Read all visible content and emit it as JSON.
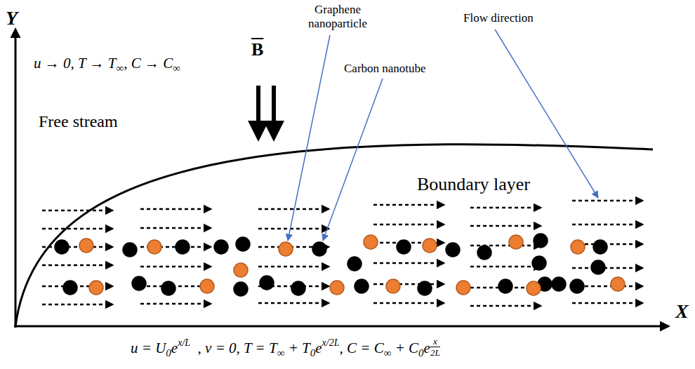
{
  "diagram": {
    "labels": [
      "Y",
      "X",
      "u → 0, T → T",
      "∞",
      ", C → C",
      "∞",
      "B",
      "Free stream",
      "Graphene nanoparticle",
      "Carbon nanotube",
      "Flow direction",
      "Boundary layer",
      "u = U",
      "0",
      "e",
      "x/L",
      "  , v = 0, T = T",
      "∞",
      " + T",
      "0",
      "e",
      "x/2L",
      ", C = C",
      "∞",
      " + C",
      "0",
      "e",
      "x",
      "2L"
    ]
  }
}
